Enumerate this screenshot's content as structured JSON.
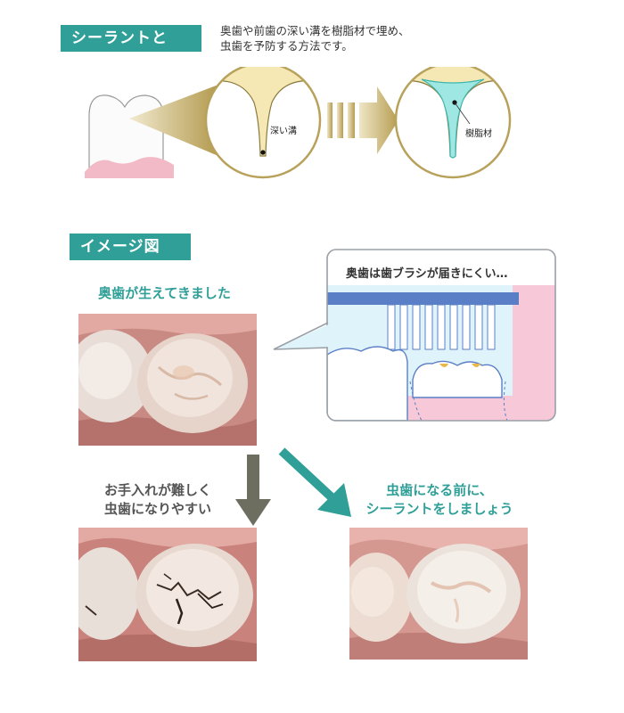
{
  "section1": {
    "tag": "シーラントとは?",
    "description_lines": [
      "奥歯や前歯の深い溝を樹脂材で埋め、",
      "虫歯を予防する方法です。"
    ],
    "label_groove": "深い溝",
    "label_resin": "樹脂材"
  },
  "section2": {
    "tag": "イメージ図",
    "caption_erupted": "奥歯が生えてきました",
    "bubble_text": "奥歯は歯ブラシが届きにくい…",
    "caption_difficult_lines": [
      "お手入れが難しく",
      "虫歯になりやすい"
    ],
    "caption_sealant_lines": [
      "虫歯になる前に、",
      "シーラントをしましょう"
    ]
  },
  "colors": {
    "teal": "#2f9f97",
    "gold": "#b8a15a",
    "gum_pink": "#f2b9c6",
    "arrow_gray": "#6e6e60"
  }
}
